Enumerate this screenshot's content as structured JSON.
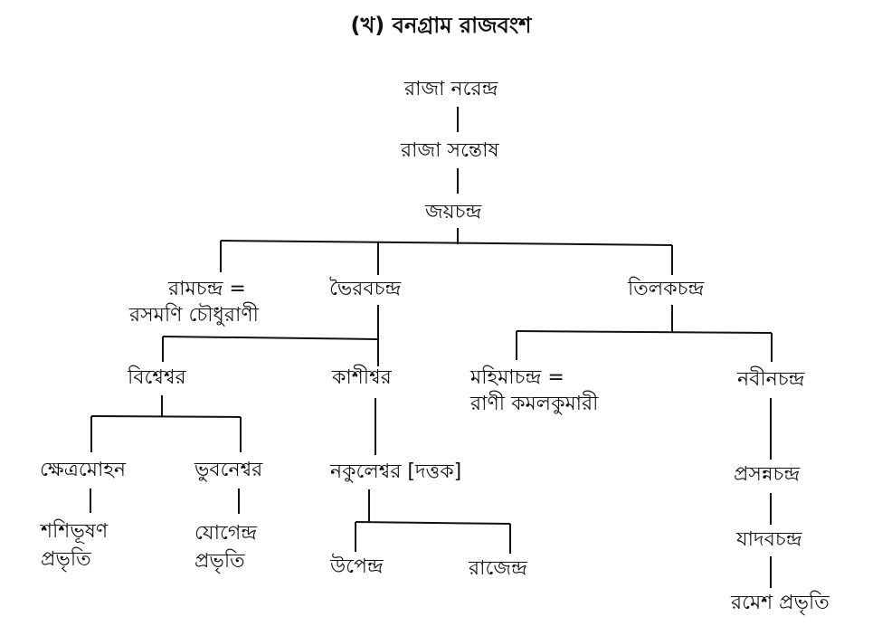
{
  "title": "(খ) বনগ্রাম রাজবংশ",
  "tree": {
    "naren": "রাজা নরেন্দ্র",
    "santosh": "রাজা সন্তোষ",
    "jaychandra": "জয়চন্দ্র",
    "ramchandra": "রামচন্দ্র =",
    "ramchandra_spouse": "রসমণি চৌধুরাণী",
    "bhairabchandra": "ভৈরবচন্দ্র",
    "tilakchandra": "তিলকচন্দ্র",
    "bisheshwar": "বিশ্বেশ্বর",
    "kashishwar": "কাশীশ্বর",
    "mahimachandra": "মহিমাচন্দ্র =",
    "mahimachandra_spouse": "রাণী কমলকুমারী",
    "nabinchandra": "নবীনচন্দ্র",
    "kshetramohan": "ক্ষেত্রমোহন",
    "bhubaneshwar": "ভুবনেশ্বর",
    "nakuleshwar": "নকুলেশ্বর [দত্তক]",
    "prasannachandra": "প্রসন্নচন্দ্র",
    "shashibhushan": "শশিভূষণ",
    "shashibhushan_note": "প্রভৃতি",
    "jogendra": "যোগেন্দ্র",
    "jogendra_note": "প্রভৃতি",
    "upendra": "উপেন্দ্র",
    "rajendra": "রাজেন্দ্র",
    "jadabchandra": "যাদবচন্দ্র",
    "ramesh": "রমেশ প্রভৃতি"
  }
}
